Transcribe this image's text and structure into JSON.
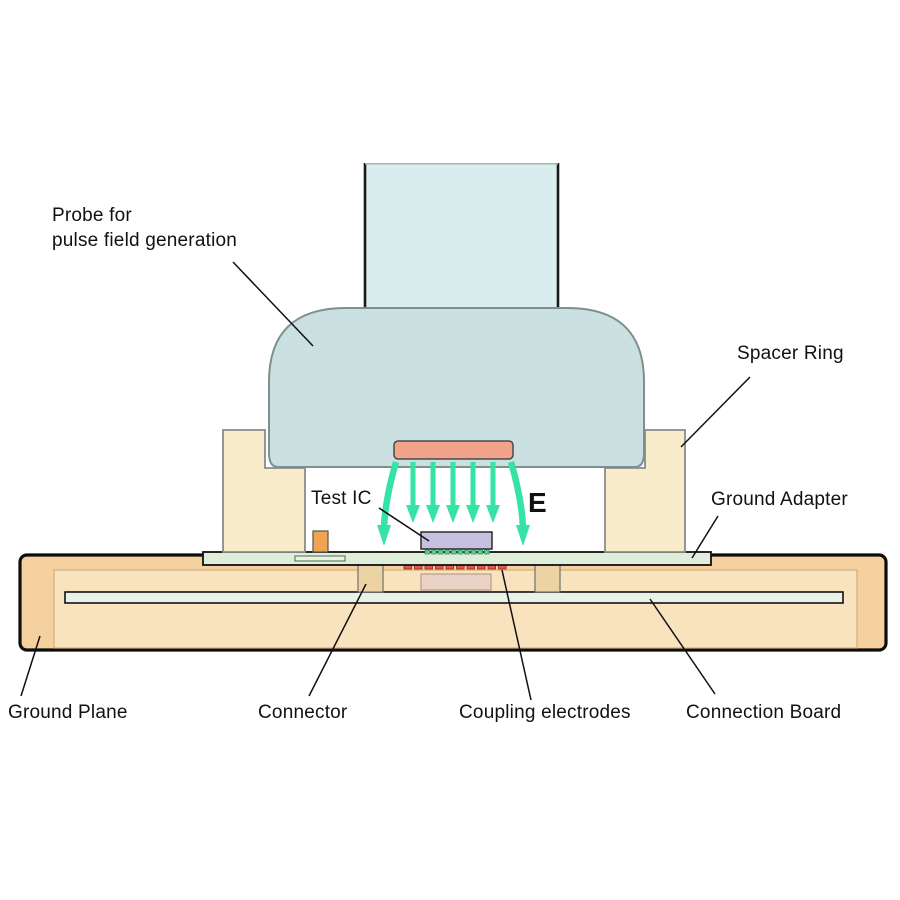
{
  "diagram": {
    "labels": {
      "probe": {
        "line1": "Probe for",
        "line2": "pulse field generation"
      },
      "spacer_ring": "Spacer Ring",
      "ground_adapter": "Ground Adapter",
      "test_ic": "Test IC",
      "field": "E",
      "ground_plane": "Ground Plane",
      "connector": "Connector",
      "coupling_electrodes": "Coupling electrodes",
      "connection_board": "Connection Board"
    },
    "colors": {
      "probe_shaft": "#d9edee",
      "probe_head": "#cbe0e0",
      "probe_head_outline": "#7e8f8f",
      "electrode_plate": "#f2a48b",
      "field_arrow": "#35e3a4",
      "spacer": "#f8ecca",
      "adapter_board": "#dfeeda",
      "board_slot": "#eaf2e2",
      "test_ic_body": "#c7c0e0",
      "ic_pads": "#5ad190",
      "base_outer": "#f5d1a0",
      "base_inner": "#f9e3bf",
      "connection_bar": "#e9f2e6",
      "coupling_electrode": "#e05a4a",
      "socket": "#e9d2c6",
      "connector_block": "#ebd3a3",
      "connector_orange": "#f0a351",
      "pointer_line": "#111111"
    }
  }
}
